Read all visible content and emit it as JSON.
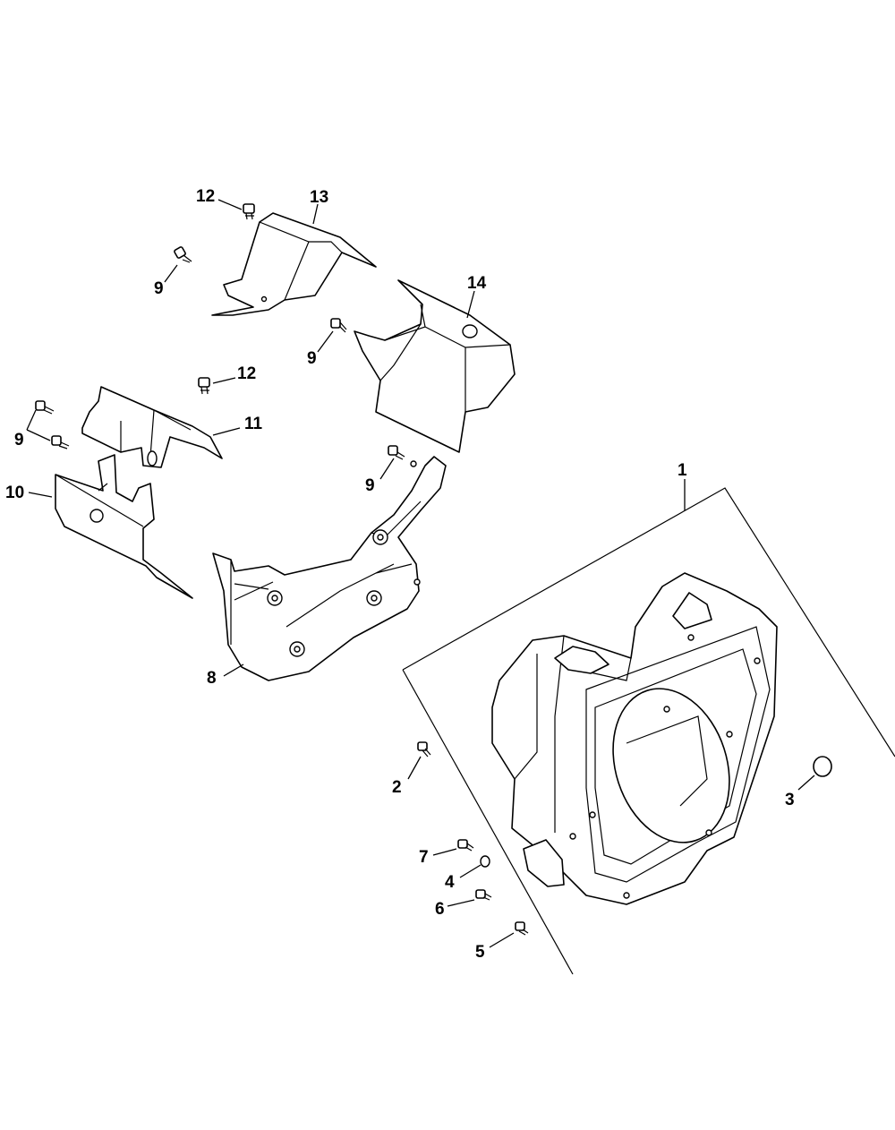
{
  "diagram": {
    "callouts": [
      {
        "id": "c1",
        "text": "1"
      },
      {
        "id": "c2",
        "text": "2"
      },
      {
        "id": "c3",
        "text": "3"
      },
      {
        "id": "c4",
        "text": "4"
      },
      {
        "id": "c5",
        "text": "5"
      },
      {
        "id": "c6",
        "text": "6"
      },
      {
        "id": "c7",
        "text": "7"
      },
      {
        "id": "c8",
        "text": "8"
      },
      {
        "id": "c9a",
        "text": "9"
      },
      {
        "id": "c9b",
        "text": "9"
      },
      {
        "id": "c9c",
        "text": "9"
      },
      {
        "id": "c9d",
        "text": "9"
      },
      {
        "id": "c10",
        "text": "10"
      },
      {
        "id": "c11",
        "text": "11"
      },
      {
        "id": "c12a",
        "text": "12"
      },
      {
        "id": "c12b",
        "text": "12"
      },
      {
        "id": "c13",
        "text": "13"
      },
      {
        "id": "c14",
        "text": "14"
      }
    ]
  }
}
